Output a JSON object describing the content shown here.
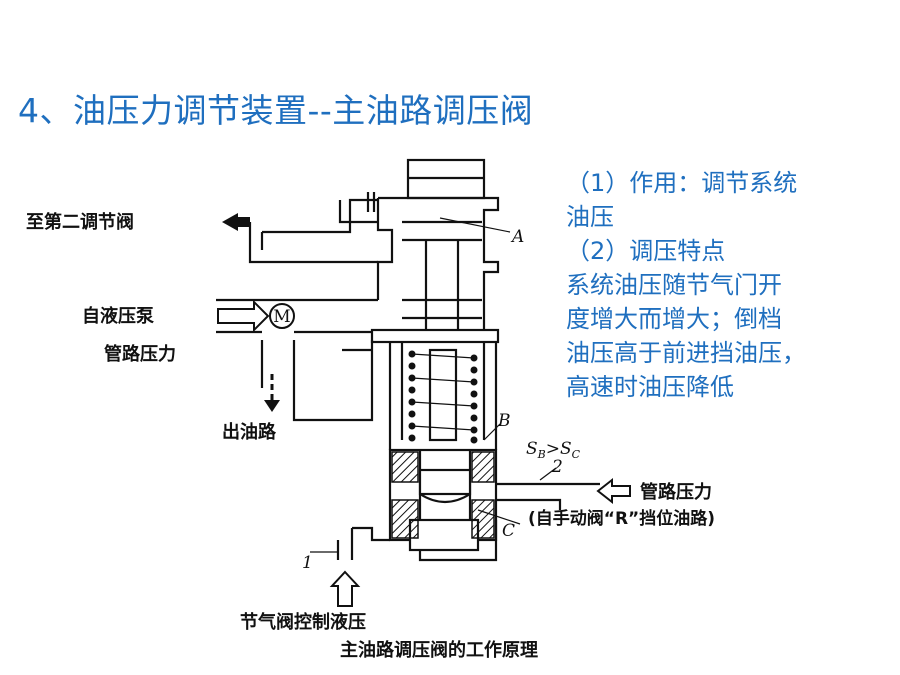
{
  "slide": {
    "title": "4、油压力调节装置--主油路调压阀"
  },
  "description": {
    "lines": [
      "（1）作用：调节系统",
      "油压",
      "（2）调压特点",
      "系统油压随节气门开",
      "度增大而增大；倒档",
      "油压高于前进挡油压，",
      "高速时油压降低"
    ]
  },
  "diagram": {
    "labels": {
      "to_second_valve": "至第二调节阀",
      "from_pump": "自液压泵",
      "line_pressure_left": "管路压力",
      "outlet": "出油路",
      "line_pressure_right": "管路压力",
      "manual_valve": "(自手动阀“R”挡位油路)",
      "throttle": "节气阀控制液压",
      "caption": "主油路调压阀的工作原理"
    },
    "letters": {
      "a": "A",
      "b": "B",
      "c": "C",
      "port1": "1",
      "port2": "2",
      "motor": "M"
    },
    "formula": {
      "s1": "S",
      "b_sub": "B",
      "gt": ">",
      "s2": "S",
      "c_sub": "C"
    }
  }
}
